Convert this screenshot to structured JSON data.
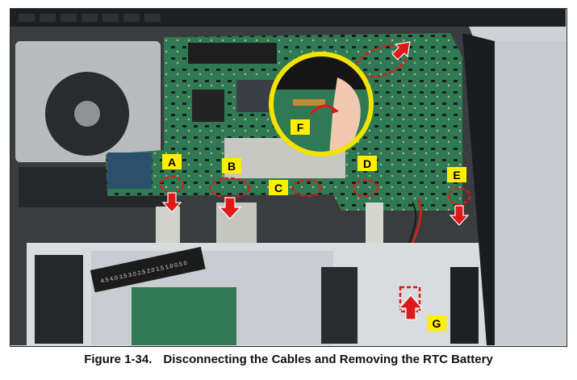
{
  "figure": {
    "number": "Figure 1-34.",
    "title": "Disconnecting the Cables and Removing the RTC Battery"
  },
  "callouts": [
    {
      "id": "A",
      "text": "A"
    },
    {
      "id": "B",
      "text": "B"
    },
    {
      "id": "C",
      "text": "C"
    },
    {
      "id": "D",
      "text": "D"
    },
    {
      "id": "E",
      "text": "E"
    },
    {
      "id": "F",
      "text": "F"
    },
    {
      "id": "G",
      "text": "G"
    }
  ],
  "colors": {
    "callout_fill": "#ffee00",
    "arrow": "#e01818",
    "board": "#2f7a55",
    "chassis": "#2b2b2b",
    "zoom_ring": "#f2e400"
  },
  "icons": [
    "arrow-down-icon",
    "arrow-up-icon",
    "arrow-up-right-icon",
    "arrow-curved-icon"
  ]
}
